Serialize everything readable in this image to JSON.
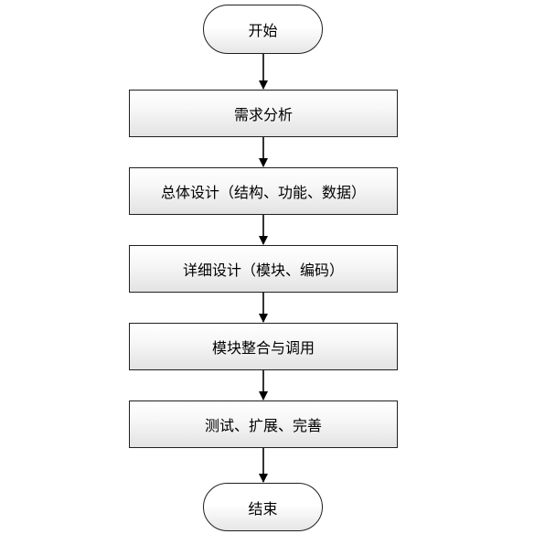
{
  "flowchart": {
    "start": "开始",
    "steps": [
      "需求分析",
      "总体设计（结构、功能、数据）",
      "详细设计（模块、编码）",
      "模块整合与调用",
      "测试、扩展、完善"
    ],
    "end": "结束"
  }
}
